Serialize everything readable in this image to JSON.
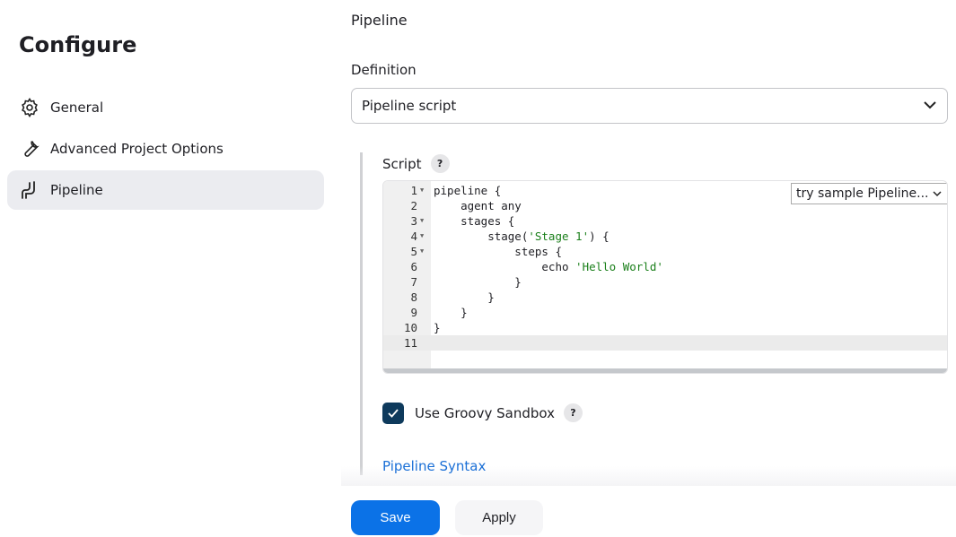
{
  "sidebar": {
    "title": "Configure",
    "items": [
      {
        "label": "General",
        "icon": "gear-icon"
      },
      {
        "label": "Advanced Project Options",
        "icon": "wrench-icon"
      },
      {
        "label": "Pipeline",
        "icon": "pipeline-icon",
        "active": true
      }
    ]
  },
  "section": {
    "heading": "Pipeline",
    "definition_label": "Definition",
    "definition_value": "Pipeline script",
    "script_label": "Script",
    "help": "?",
    "sample_select": "try sample Pipeline...",
    "code_lines": [
      "pipeline {",
      "    agent any",
      "    stages {",
      "        stage(",
      "            steps {",
      "                echo ",
      "            }",
      "        }",
      "    }",
      "}",
      ""
    ],
    "strings": {
      "4": "'Stage 1'",
      "6": "'Hello World'"
    },
    "line4_tail": ") {",
    "sandbox_label": "Use Groovy Sandbox",
    "sandbox_checked": true,
    "syntax_link": "Pipeline Syntax"
  },
  "buttons": {
    "save": "Save",
    "apply": "Apply"
  },
  "colors": {
    "primary": "#0b72e7",
    "checkbox": "#0e3a5c",
    "string": "#1a7f1a",
    "link": "#1a6fd6"
  }
}
